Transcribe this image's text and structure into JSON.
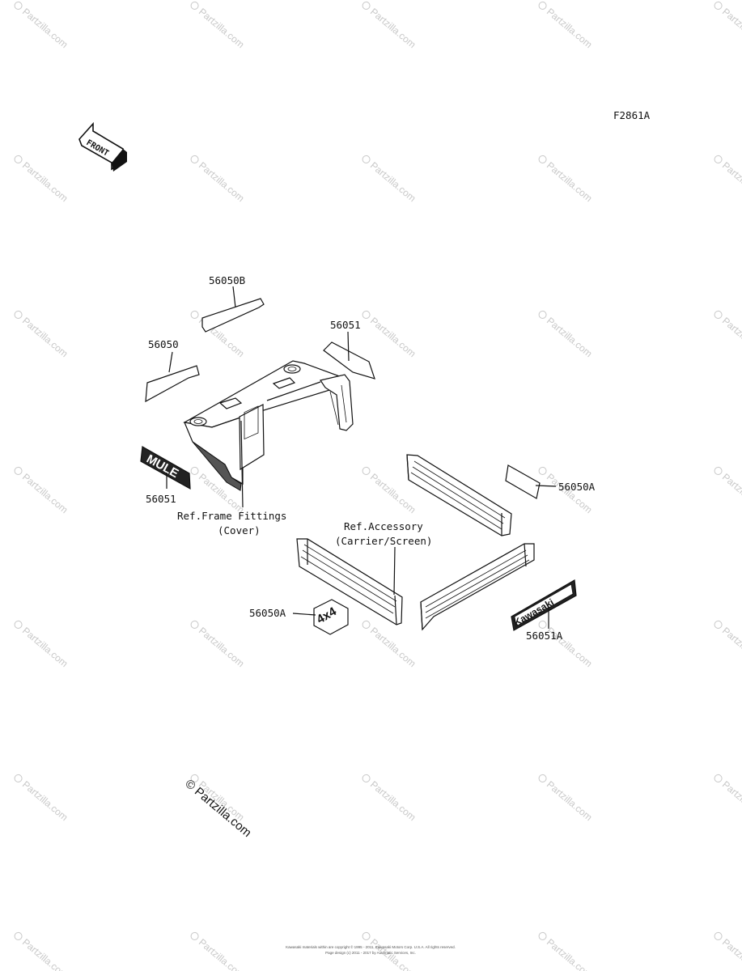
{
  "figure_code": "F2861A",
  "front_badge": "FRONT",
  "watermark_text": "Partzilla.com",
  "copyright_watermark": "© Partzilla.com",
  "callouts": {
    "p56050B": "56050B",
    "p56050": "56050",
    "p56051_top": "56051",
    "p56051_left": "56051",
    "p56050A_right": "56050A",
    "p56050A_bottom": "56050A",
    "p56051A": "56051A",
    "ref_frame_line1": "Ref.Frame Fittings",
    "ref_frame_line2": "(Cover)",
    "ref_acc_line1": "Ref.Accessory",
    "ref_acc_line2": "(Carrier/Screen)"
  },
  "decals": {
    "mule": "MULE",
    "kawasaki": "Kawasaki",
    "fourbyfour": "4x4"
  },
  "footer_line1": "Kawasaki materials within are copyright © 1995 - 2011, Kawasaki Motors Corp. U.S.A. All rights reserved.",
  "footer_line2": "Page design (c) 2011 - 2017 by Automatic Services, Inc.",
  "colors": {
    "line": "#111111",
    "watermark": "#c9c9c9",
    "background": "#ffffff"
  }
}
